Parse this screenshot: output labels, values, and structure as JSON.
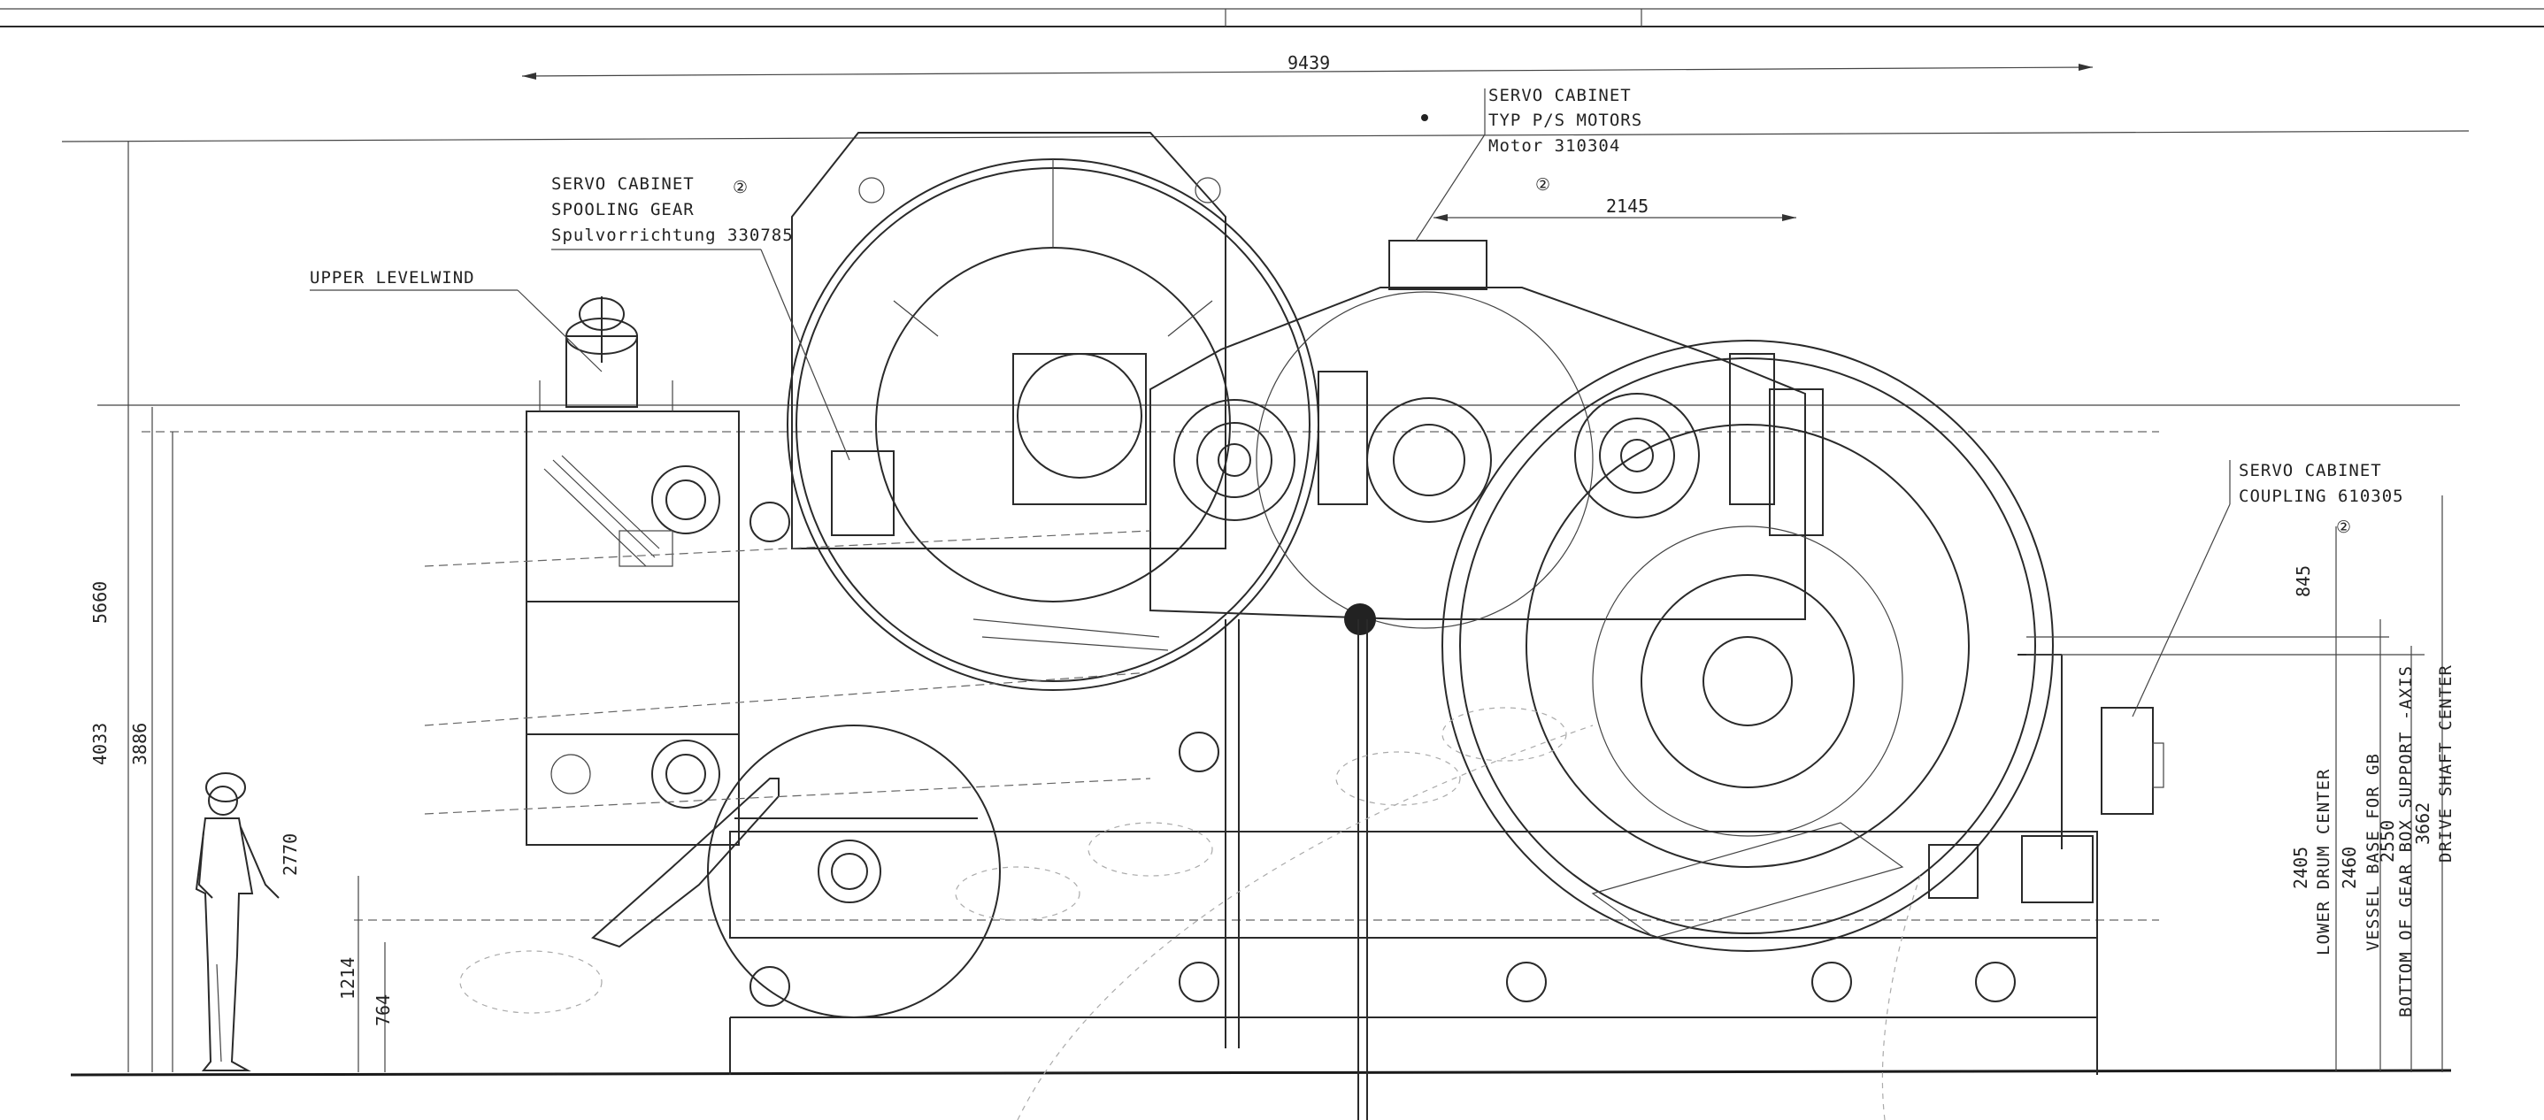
{
  "labels": {
    "servo_spooling": [
      "SERVO CABINET",
      "SPOOLING GEAR",
      "Spulvorrichtung 330785"
    ],
    "servo_motors": [
      "SERVO CABINET",
      "TYP P/S MOTORS",
      "Motor 310304"
    ],
    "servo_coupling": [
      "SERVO CABINET",
      "COUPLING 610305"
    ],
    "upper_levelwind": "UPPER LEVELWIND",
    "callout_mark": "②"
  },
  "dimensions": {
    "overall_length": "9439",
    "motor_offset": "2145",
    "height_total": "5660",
    "height_4033": "4033",
    "height_3886": "3886",
    "height_2770": "2770",
    "height_1214": "1214",
    "height_764": "764",
    "height_845": "845",
    "lower_drum_center": {
      "value": "2405",
      "text": "LOWER DRUM CENTER"
    },
    "vessel_base": {
      "value": "2460",
      "text": "VESSEL BASE FOR GB"
    },
    "gearbox_support": {
      "value": "2550",
      "text": "BOTTOM OF GEAR BOX SUPPORT -AXIS"
    },
    "drive_shaft": {
      "value": "3662",
      "text": "DRIVE SHAFT CENTER"
    }
  }
}
